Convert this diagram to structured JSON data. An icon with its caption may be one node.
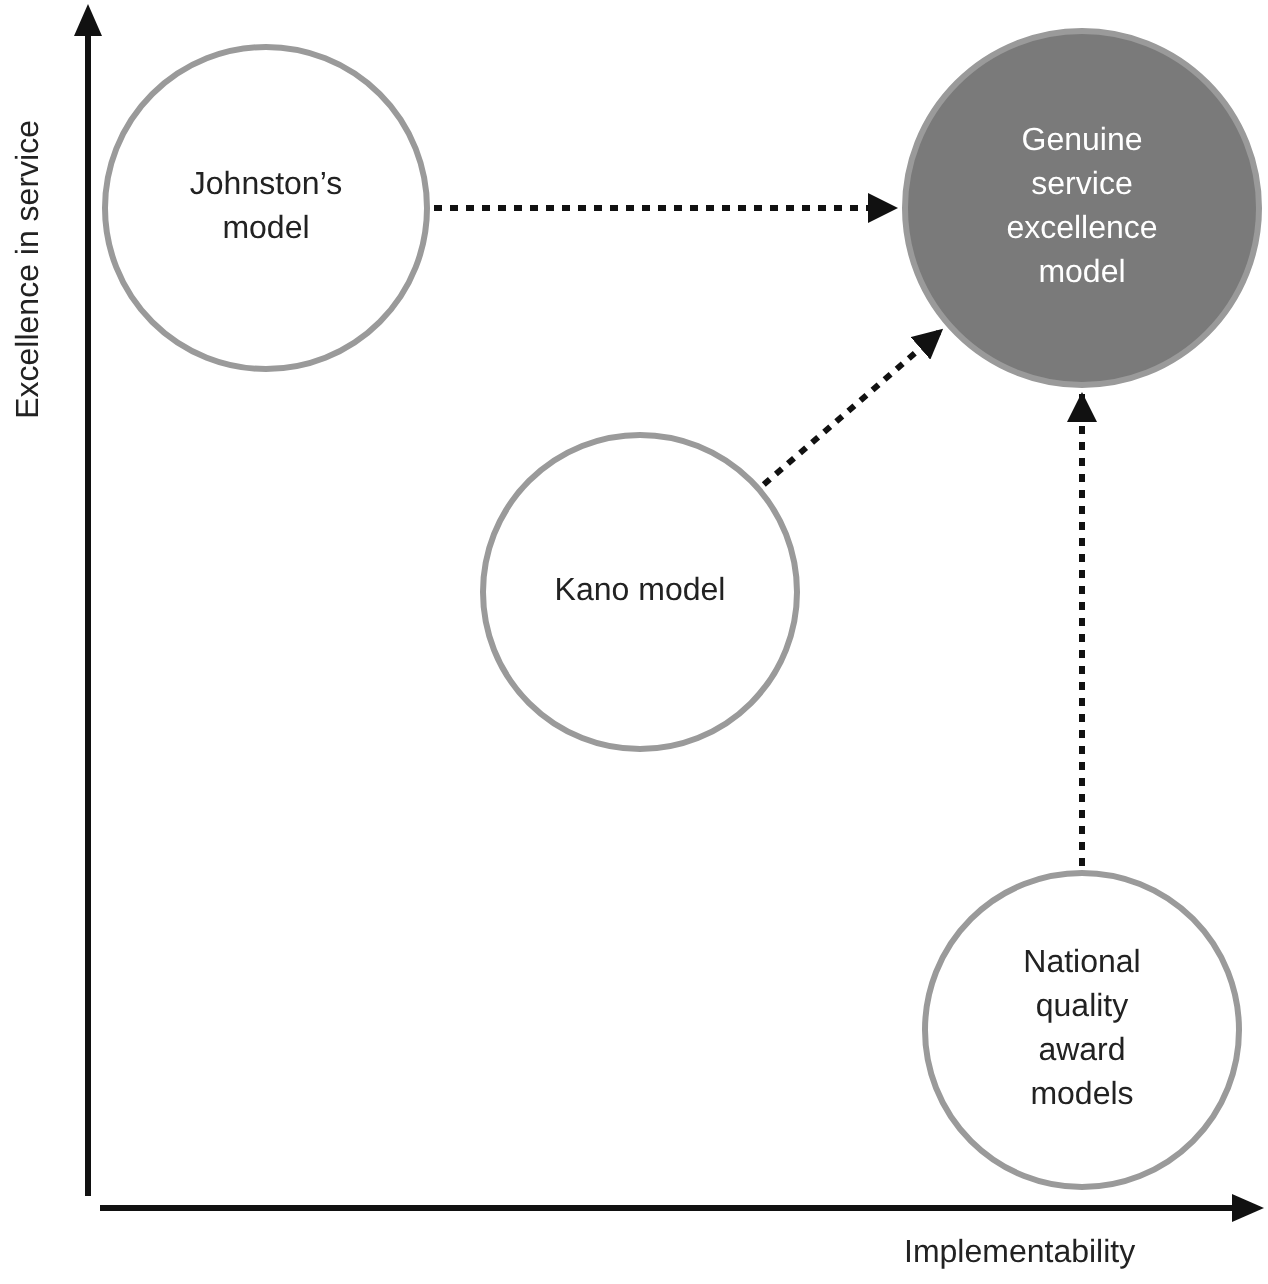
{
  "diagram": {
    "nodes": [
      {
        "text": [
          "Johnston’s model"
        ]
      },
      {
        "text": [
          "Genuine service excellence model"
        ]
      },
      {
        "text": [
          "Kano model"
        ]
      },
      {
        "text": [
          "National quality award models"
        ]
      }
    ],
    "edges": [
      {
        "from": 0,
        "to": 1,
        "arrow": "to",
        "style": "dashed"
      },
      {
        "from": 2,
        "to": 1,
        "arrow": "to",
        "style": "dashed"
      },
      {
        "from": 3,
        "to": 1,
        "arrow": "to",
        "style": "dashed"
      }
    ],
    "labels": [
      "Excellence in service",
      "Implementability"
    ]
  }
}
